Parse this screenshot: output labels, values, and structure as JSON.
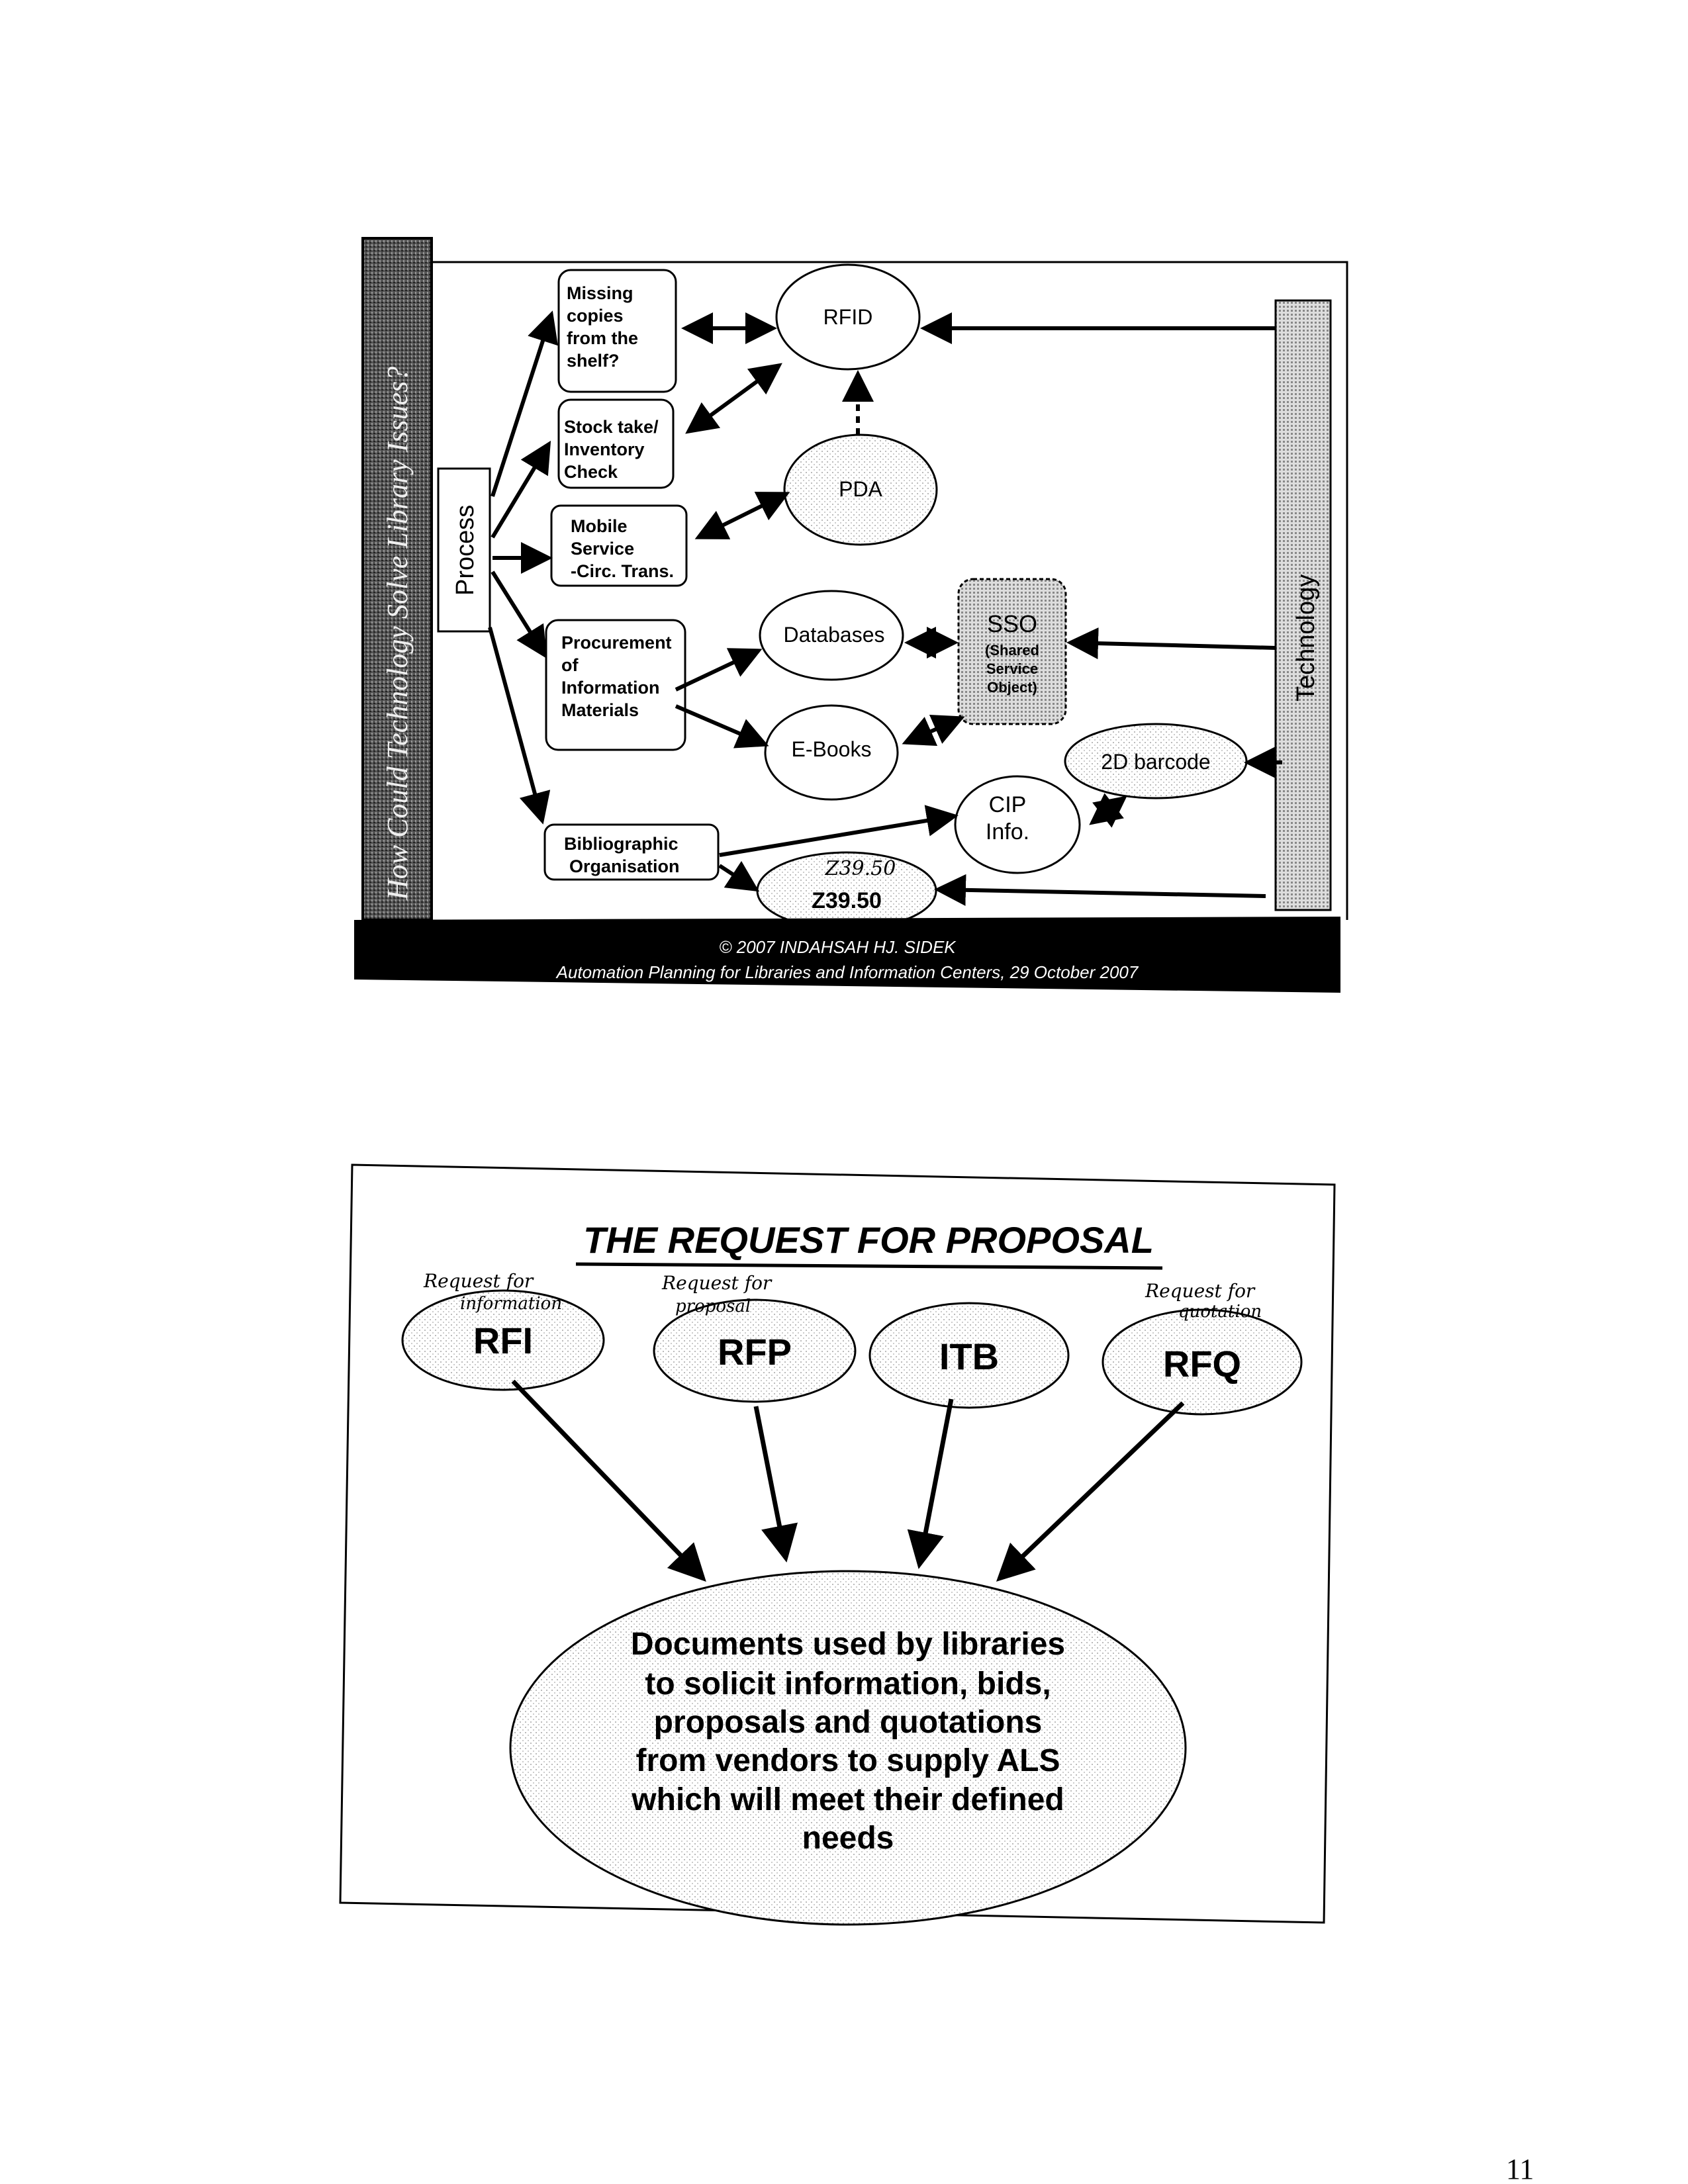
{
  "page_number": "11",
  "slide1": {
    "side_title": "How Could Technology Solve Library Issues?",
    "process_label": "Process",
    "technology_label": "Technology",
    "boxes": {
      "missing": [
        "Missing",
        "copies",
        "from the",
        "shelf?"
      ],
      "stock": [
        "Stock take/",
        "Inventory",
        "Check"
      ],
      "mobile": [
        "Mobile",
        "Service",
        "-Circ. Trans."
      ],
      "procurement": [
        "Procurement",
        "of",
        "Information",
        "Materials"
      ],
      "biblio": [
        "Bibliographic",
        "Organisation"
      ]
    },
    "nodes": {
      "rfid": "RFID",
      "pda": "PDA",
      "databases": "Databases",
      "ebooks": "E-Books",
      "sso": "SSO",
      "sso_sub": [
        "(Shared",
        "Service",
        "Object)"
      ],
      "barcode": "2D barcode",
      "cip": [
        "CIP",
        "Info."
      ],
      "z3950": "Z39.50",
      "z3950_handwritten": "Z39.50"
    },
    "footer": {
      "copyright": "© 2007 INDAHSAH HJ. SIDEK",
      "event": "Automation Planning for Libraries and Information Centers, 29 October 2007"
    }
  },
  "slide2": {
    "title": "THE REQUEST FOR PROPOSAL",
    "items": [
      {
        "label": "RFI",
        "note": [
          "Request for",
          "information"
        ]
      },
      {
        "label": "RFP",
        "note": [
          "Request for",
          "proposal"
        ]
      },
      {
        "label": "ITB",
        "note": []
      },
      {
        "label": "RFQ",
        "note": [
          "Request for",
          "quotation"
        ]
      }
    ],
    "center_text": [
      "Documents used by libraries",
      "to solicit information, bids,",
      "proposals and quotations",
      "from vendors to supply ALS",
      "which will meet their defined",
      "needs"
    ]
  }
}
